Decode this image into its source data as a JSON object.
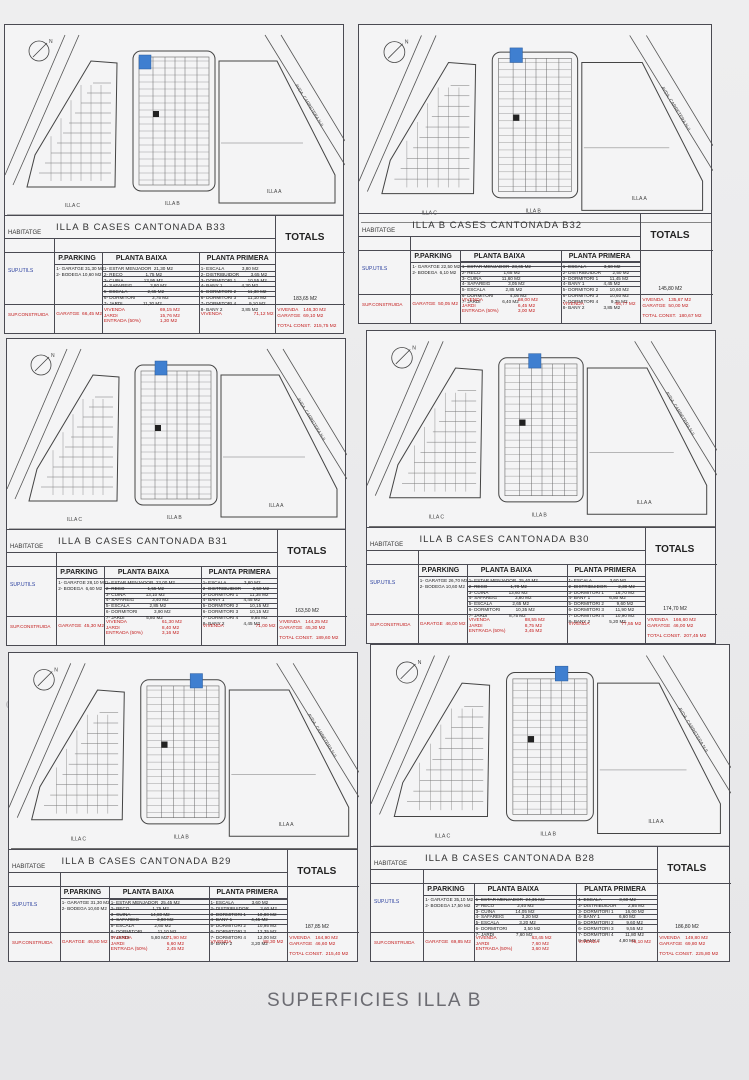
{
  "caption": "SUPERFICIES  ILLA B",
  "labels": {
    "habitatge": "HABITATGE",
    "totals": "TOTALS",
    "p_parking": "P.PARKING",
    "planta_baixa": "PLANTA BAIXA",
    "planta_primera": "PLANTA PRIMERA",
    "sup_utils": "SUP.UTILS",
    "sup_construida": "SUP.CONSTRUIDA",
    "garatge": "GARATGE",
    "vivenda": "VIVENDA",
    "jardi": "JARDI",
    "entrada": "ENTRADA (50%)",
    "garatge_tot": "GARATGE",
    "total_const": "TOTAL CONST.",
    "illa_a": "ILLA A",
    "illa_b": "ILLA B",
    "illa_c": "ILLA C",
    "road": "AVDA. CARRETERA N-II",
    "compass": "N"
  },
  "sheets": [
    {
      "title": "ILLA B   CASES  CANTONADA  B33",
      "parking": "1- GARATGE 31,30 M2\n2- BODEGA 10,60 M2",
      "baixa": "1- ESTAR MENJADOR  21,30 M2\n2- RECO                  1,75 M2\n3- CUINA                13,95 M2\n4- SAFAREIG              3,80 M2\n5- ESCALA                2,65 M2\n6- DORMITORI             3,75 M2\n7- JARDI                11,30 M2",
      "primera": "1- ESCALA              3,80 M2\n2- DISTRIBUIDOR         3,65 M2\n3- DORMITORI 1         10,55 M2\n4- BANY 1               4,30 M2\n5- DORMITORI 2         11,30 M2\n6- DORMITORI 3         11,10 M2\n7- DORMITORI 4          9,10 M2\n8- BANY 2               3,85 M2",
      "total_util": "183,65 M2",
      "garatge_c": "66,45 M2",
      "viv_b": "69,15 M2\n15,76 M2\n1,30 M2",
      "viv_p": "71,12 M2",
      "tot_lines": "146,30 M2\n69,10 M2",
      "total_const": "215,75 M2"
    },
    {
      "title": "ILLA B   CASES  CANTONADA  B32",
      "parking": "1- GARATGE 22,50 M2\n2- BODEGA  6,10 M2",
      "baixa": "1- ESTAR MENJADOR  23,65 M2\n2- RECO                  1,65 M2\n3- CUINA                11,60 M2\n4- SAFAREIG              3,05 M2\n5- ESCALA                2,85 M2\n6- DORMITORI             4,05 M2\n7- JARDI                 6,40 M2",
      "primera": "1- ESCALA              3,60 M2\n2- DISTRIBUIDOR         2,50 M2\n3- DORMITORI 1         11,45 M2\n4- BANY 1               4,45 M2\n5- DORMITORI 2         10,60 M2\n6- DORMITORI 3         10,60 M2\n7- DORMITORI 4          9,35 M2\n8- BANY 2               3,85 M2",
      "total_util": "145,80 M2",
      "garatge_c": "50,05 M2",
      "viv_b": "68,00 M2\n6,45 M2\n3,00 M2",
      "viv_p": "66,77 M2",
      "tot_lines": "135,67 M2\n50,00 M2",
      "total_const": "180,67 M2"
    },
    {
      "title": "ILLA B   CASES  CANTONADA  B31",
      "parking": "1- GARATGE 28,10 M2\n2- BODEGA  6,60 M2",
      "baixa": "1- ESTAR MENJADOR  23,00 M2\n2- RECO                  1,55 M2\n3- CUINA                13,10 M2\n4- SAFAREIG              3,40 M2\n5- ESCALA                2,85 M2\n6- DORMITORI             3,90 M2\n7- JARDI                 5,80 M2",
      "primera": "1- ESCALA              3,60 M2\n2- DISTRIBUIDOR         2,50 M2\n3- DORMITORI 1         11,35 M2\n4- BANY 1               4,45 M2\n5- DORMITORI 2         10,15 M2\n6- DORMITORI 3         10,15 M2\n7- DORMITORI 4          9,85 M2\n8- BANY 2               4,45 M2",
      "total_util": "163,50 M2",
      "garatge_c": "45,30 M2",
      "viv_b": "61,30 M2\n8,40 M2\n3,16 M2",
      "viv_p": "71,00 M2",
      "tot_lines": "144,25 M2\n45,30 M2",
      "total_const": "189,60 M2"
    },
    {
      "title": "ILLA B   CASES  CANTONADA  B30",
      "parking": "1- GARATGE 26,70 M2\n2- BODEGA 10,60 M2",
      "baixa": "1- ESTAR MENJADOR  25,40 M2\n2- RECO                  1,70 M2\n3- CUINA                13,60 M2\n4- SAFAREIG              3,80 M2\n5- ESCALA                2,65 M2\n6- DORMITORI            10,35 M2\n7- JARDI                 8,75 M2",
      "primera": "1- ESCALA              3,60 M2\n2- DISTRIBUIDOR         2,30 M2\n3- DORMITORI 1         16,70 M2\n4- BANY 1               6,50 M2\n5- DORMITORI 2          9,60 M2\n6- DORMITORI 3         11,90 M2\n7- DORMITORI 4         10,90 M2\n8- BANY 2               5,20 M2",
      "total_util": "174,70 M2",
      "garatge_c": "46,00 M2",
      "viv_b": "88,55 M2\n8,75 M2\n3,45 M2",
      "viv_p": "77,55 M2",
      "tot_lines": "166,60 M2\n46,00 M2",
      "total_const": "207,45 M2"
    },
    {
      "title": "ILLA B   CASES  CANTONADA  B29",
      "parking": "1- GARATGE 31,30 M2\n2- BODEGA 10,60 M2",
      "baixa": "1- ESTAR MENJADOR  25,45 M2\n2- RECO                  1,75 M2\n3- CUINA                14,80 M2\n4- SAFAREIG              3,80 M2\n5- ESCALA                2,60 M2\n6- DORMITORI            11,10 M2\n7- JARDI                 5,80 M2",
      "primera": "1- ESCALA              3,60 M2\n2- DISTRIBUIDOR         3,60 M2\n3- DORMITORI 1         10,80 M2\n4- BANY 1               4,45 M2\n5- DORMITORI 2         10,95 M2\n6- DORMITORI 3         12,35 M2\n7- DORMITORI 4         12,00 M2\n8- BANY 2               3,20 M2",
      "total_util": "187,85 M2",
      "garatge_c": "46,50 M2",
      "viv_b": "71,90 M2\n6,60 M2\n2,45 M2",
      "viv_p": "88,30 M2",
      "tot_lines": "164,90 M2\n46,60 M2",
      "total_const": "215,40 M2"
    },
    {
      "title": "ILLA B   CASES  CANTONADA  B28",
      "parking": "1- GARATGE 35,10 M2\n2- BODEGA 17,50 M2",
      "baixa": "1- ESTAR MENJADOR  24,35 M2\n2- RECO                  2,40 M2\n3- CUINA                14,05 M2\n4- SAFAREIG              3,20 M2\n5- ESCALA                3,20 M2\n6- DORMITORI             3,50 M2\n7- JARDI                 7,60 M2",
      "primera": "1- ESCALA              3,60 M2\n2- DISTRIBUIDOR         2,85 M2\n3- DORMITORI 1         16,00 M2\n4- BANY 1               6,60 M2\n5- DORMITORI 2          9,60 M2\n6- DORMITORI 3          9,55 M2\n7- DORMITORI 4         11,80 M2\n8- BANY 2               4,80 M2",
      "total_util": "186,80 M2",
      "garatge_c": "69,85 M2",
      "viv_b": "63,45 M2\n7,60 M2\n3,60 M2",
      "viv_p": "78,10 M2",
      "tot_lines": "149,80 M2\n69,80 M2",
      "total_const": "225,80 M2"
    }
  ]
}
